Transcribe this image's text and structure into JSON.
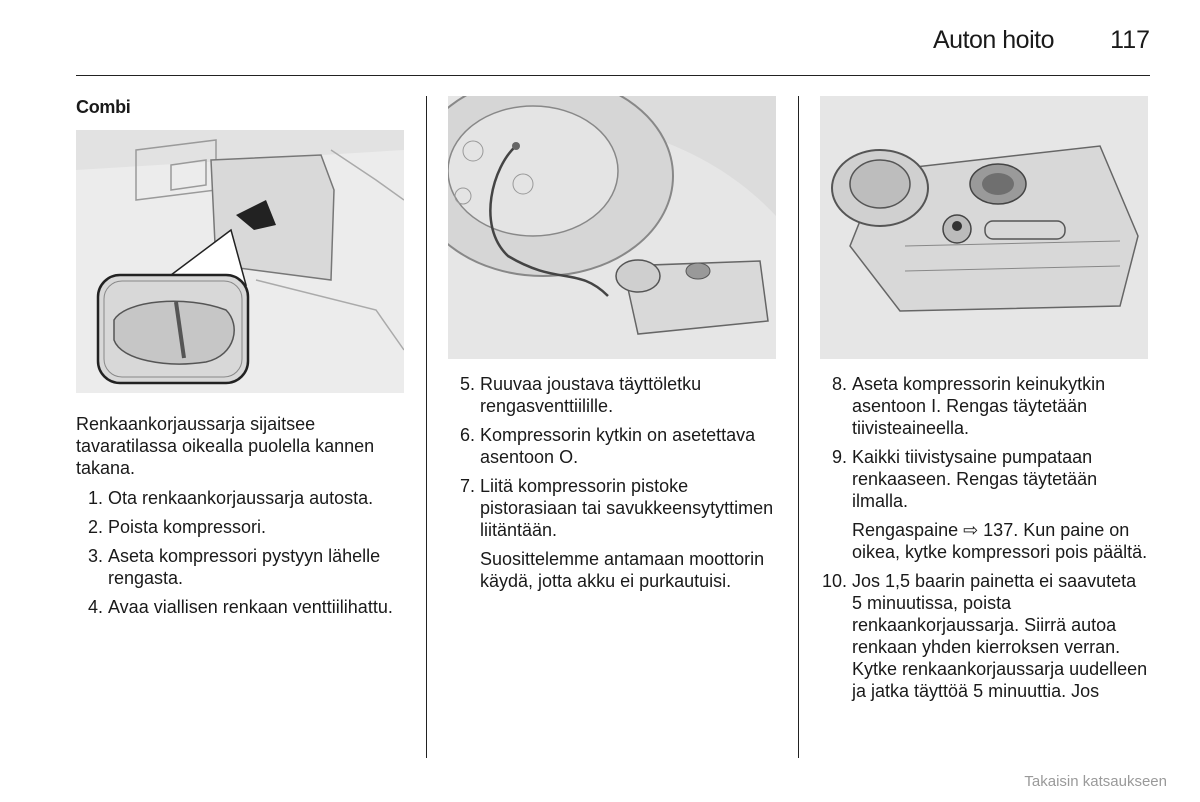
{
  "header": {
    "section": "Auton hoito",
    "page": "117"
  },
  "col1": {
    "subheading": "Combi",
    "paragraph": "Renkaankorjaussarja sijaitsee tavaratilassa oikealla puolella kannen takana.",
    "steps": [
      {
        "n": "1.",
        "text": "Ota renkaankorjaussarja autosta."
      },
      {
        "n": "2.",
        "text": "Poista kompressori."
      },
      {
        "n": "3.",
        "text": "Aseta kompressori pystyyn lähelle rengasta."
      },
      {
        "n": "4.",
        "text": "Avaa viallisen renkaan venttiilihattu."
      }
    ]
  },
  "col2": {
    "steps": [
      {
        "n": "5.",
        "text": "Ruuvaa joustava täyttöletku rengasventtiilille."
      },
      {
        "n": "6.",
        "text": "Kompressorin kytkin on asetettava asentoon O."
      },
      {
        "n": "7.",
        "text": "Liitä kompressorin pistoke pistorasiaan tai savukkeensytyttimen liitäntään.",
        "sub": "Suosittelemme antamaan moottorin käydä, jotta akku ei purkautuisi."
      }
    ]
  },
  "col3": {
    "steps": [
      {
        "n": "8.",
        "text": "Aseta kompressorin keinukytkin asentoon I. Rengas täytetään tiivisteaineella."
      },
      {
        "n": "9.",
        "text": "Kaikki tiivistysaine pumpataan renkaaseen. Rengas täytetään ilmalla.",
        "sub": "Rengaspaine ⇨ 137. Kun paine on oikea, kytke kompressori pois päältä."
      },
      {
        "n": "10.",
        "text": "Jos 1,5 baarin painetta ei saavuteta 5 minuutissa, poista renkaankorjaussarja. Siirrä autoa renkaan yhden kierroksen verran. Kytke renkaankorjaussarja uudelleen ja jatka täyttöä 5 minuuttia. Jos"
      }
    ]
  },
  "footer": {
    "link": "Takaisin katsaukseen"
  }
}
